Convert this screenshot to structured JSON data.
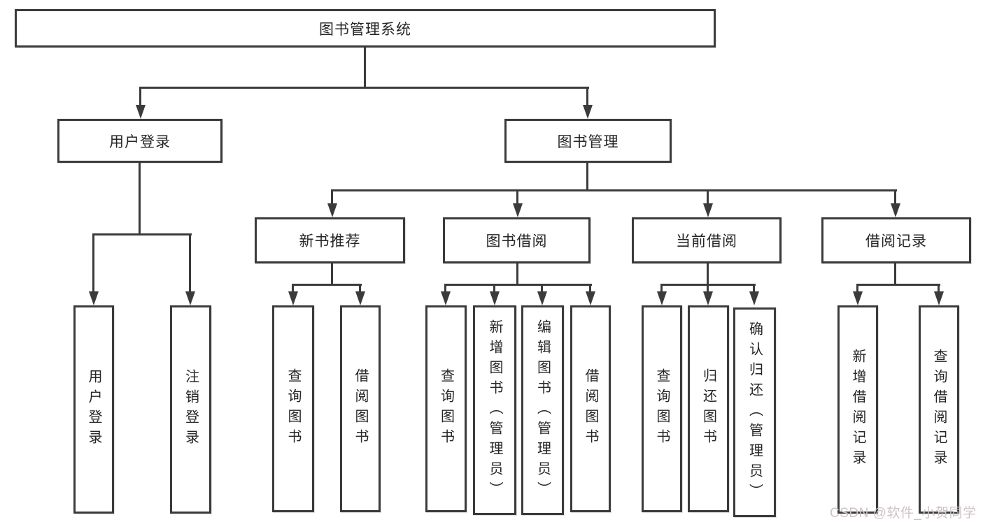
{
  "diagram_type": "functional-structure-tree",
  "tree": {
    "root": {
      "label": "图书管理系统",
      "children": [
        {
          "label": "用户登录",
          "children": [
            {
              "label": "用户登录"
            },
            {
              "label": "注销登录"
            }
          ]
        },
        {
          "label": "图书管理",
          "children": [
            {
              "label": "新书推荐",
              "children": [
                {
                  "label": "查询图书"
                },
                {
                  "label": "借阅图书"
                }
              ]
            },
            {
              "label": "图书借阅",
              "children": [
                {
                  "label": "查询图书"
                },
                {
                  "label": "新增图书（管理员）"
                },
                {
                  "label": "编辑图书（管理员）"
                },
                {
                  "label": "借阅图书"
                }
              ]
            },
            {
              "label": "当前借阅",
              "children": [
                {
                  "label": "查询图书"
                },
                {
                  "label": "归还图书"
                },
                {
                  "label": "确认归还（管理员）"
                }
              ]
            },
            {
              "label": "借阅记录",
              "children": [
                {
                  "label": "新增借阅记录"
                },
                {
                  "label": "查询借阅记录"
                }
              ]
            }
          ]
        }
      ]
    }
  },
  "watermark": "CSDN @软件_小贺同学",
  "colors": {
    "background": "#ffffff",
    "line": "#3b3b3b",
    "box_border": "#3b3b3b",
    "text": "#262626",
    "watermark": "#ccc3c8"
  }
}
